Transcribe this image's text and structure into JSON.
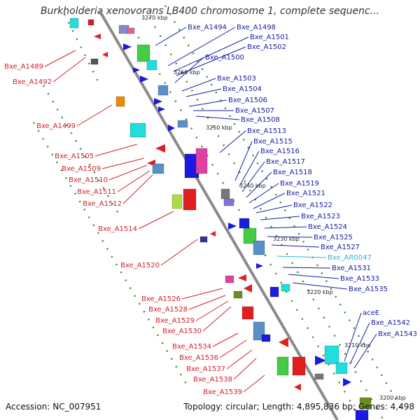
{
  "title": "Burkholderia xenovorans LB400 chromosome 1, complete sequenc...",
  "footer": {
    "accession": "Accession: NC_007951",
    "summary": "Topology: circular; Length: 4,895,836 bp; Genes: 4,498"
  },
  "colors": {
    "forward_label": "#1a1aa6",
    "reverse_label": "#d0202a",
    "rna_label": "#29b6e0",
    "backbone": "#8a8a8a",
    "gridline": "#2f8f2f"
  },
  "ticks": [
    {
      "label": "3270 kbp"
    },
    {
      "label": "3260 kbp"
    },
    {
      "label": "3250 kbp"
    },
    {
      "label": "3240 kbp"
    },
    {
      "label": "3230 kbp"
    },
    {
      "label": "3220 kbp"
    },
    {
      "label": "3210 kbp"
    },
    {
      "label": "3200 kbp"
    }
  ],
  "genes_forward": [
    {
      "label": "Bxe_A1494"
    },
    {
      "label": "Bxe_A1498"
    },
    {
      "label": "Bxe_A1501"
    },
    {
      "label": "Bxe_A1502"
    },
    {
      "label": "Bxe_A1500"
    },
    {
      "label": "Bxe_A1503"
    },
    {
      "label": "Bxe_A1504"
    },
    {
      "label": "Bxe_A1506"
    },
    {
      "label": "Bxe_A1507"
    },
    {
      "label": "Bxe_A1508"
    },
    {
      "label": "Bxe_A1513"
    },
    {
      "label": "Bxe_A1515"
    },
    {
      "label": "Bxe_A1516"
    },
    {
      "label": "Bxe_A1517"
    },
    {
      "label": "Bxe_A1518"
    },
    {
      "label": "Bxe_A1519"
    },
    {
      "label": "Bxe_A1521"
    },
    {
      "label": "Bxe_A1522"
    },
    {
      "label": "Bxe_A1523"
    },
    {
      "label": "Bxe_A1524"
    },
    {
      "label": "Bxe_A1525"
    },
    {
      "label": "Bxe_A1527"
    },
    {
      "label": "Bxe_AR0047",
      "rna": true
    },
    {
      "label": "Bxe_A1531"
    },
    {
      "label": "Bxe_A1533"
    },
    {
      "label": "Bxe_A1535"
    },
    {
      "label": "aceE"
    },
    {
      "label": "Bxe_A1542"
    },
    {
      "label": "Bxe_A1543"
    }
  ],
  "genes_reverse": [
    {
      "label": "Bxe_A1489"
    },
    {
      "label": "Bxe_A1492"
    },
    {
      "label": "Bxe_A1499"
    },
    {
      "label": "Bxe_A1505"
    },
    {
      "label": "Bxe_A1509"
    },
    {
      "label": "Bxe_A1510"
    },
    {
      "label": "Bxe_A1511"
    },
    {
      "label": "Bxe_A1512"
    },
    {
      "label": "Bxe_A1514"
    },
    {
      "label": "Bxe_A1520"
    },
    {
      "label": "Bxe_A1526"
    },
    {
      "label": "Bxe_A1528"
    },
    {
      "label": "Bxe_A1529"
    },
    {
      "label": "Bxe_A1530"
    },
    {
      "label": "Bxe_A1534"
    },
    {
      "label": "Bxe_A1536"
    },
    {
      "label": "Bxe_A1537"
    },
    {
      "label": "Bxe_A1538"
    },
    {
      "label": "Bxe_A1539"
    }
  ]
}
